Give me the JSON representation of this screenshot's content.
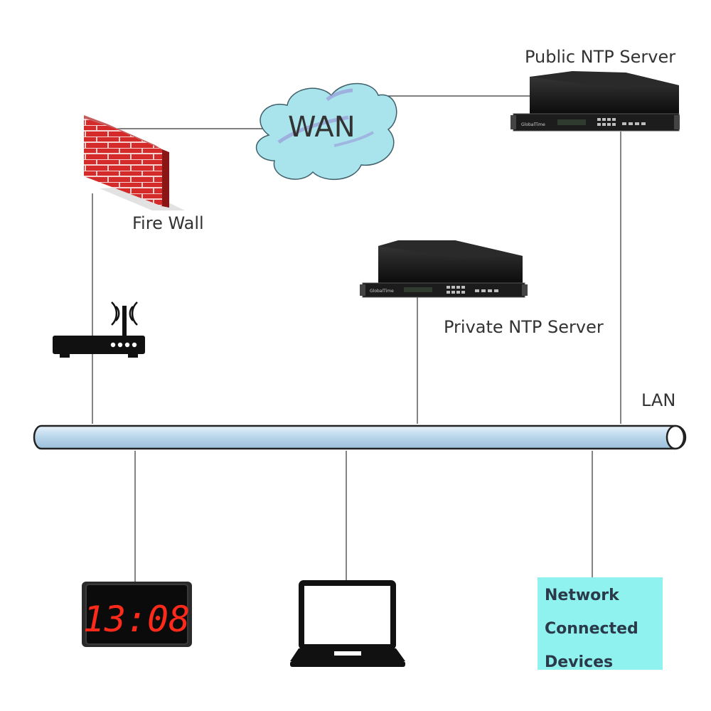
{
  "labels": {
    "public_ntp": "Public NTP Server",
    "private_ntp": "Private NTP Server",
    "wan": "WAN",
    "firewall": "Fire Wall",
    "lan": "LAN",
    "clock_time": "13:08",
    "server_brand": "GlobalTime"
  },
  "devices_box": {
    "lines": [
      "Network",
      "Connected",
      "Devices"
    ]
  },
  "icons": {
    "firewall": "brick-wall-icon",
    "cloud": "cloud-icon",
    "router": "wifi-router-icon",
    "server": "rack-server-icon",
    "clock": "digital-clock-icon",
    "laptop": "laptop-icon"
  },
  "colors": {
    "cloud_fill": "#a9e3ec",
    "lan_pipe": "#bcd8ec",
    "brick_red": "#d42a2a",
    "clock_digits": "#ff2a1a",
    "devices_box": "#8ff2ee",
    "devices_text": "#2b3a4a"
  }
}
